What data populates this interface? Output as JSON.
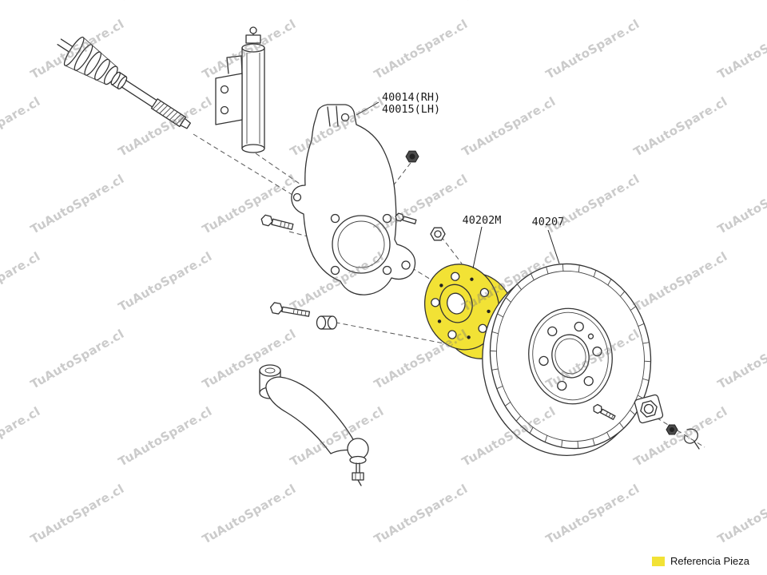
{
  "watermark": {
    "text": "TuAutoSpare.cl"
  },
  "diagram": {
    "part_labels": {
      "knuckle_rh": "40014(RH)",
      "knuckle_lh": "40015(LH)",
      "hub": "40202M",
      "rotor": "40207"
    },
    "highlighted_part": "40202M"
  },
  "legend": {
    "label": "Referencia Pieza"
  },
  "colors": {
    "highlight": "#f2e235"
  }
}
